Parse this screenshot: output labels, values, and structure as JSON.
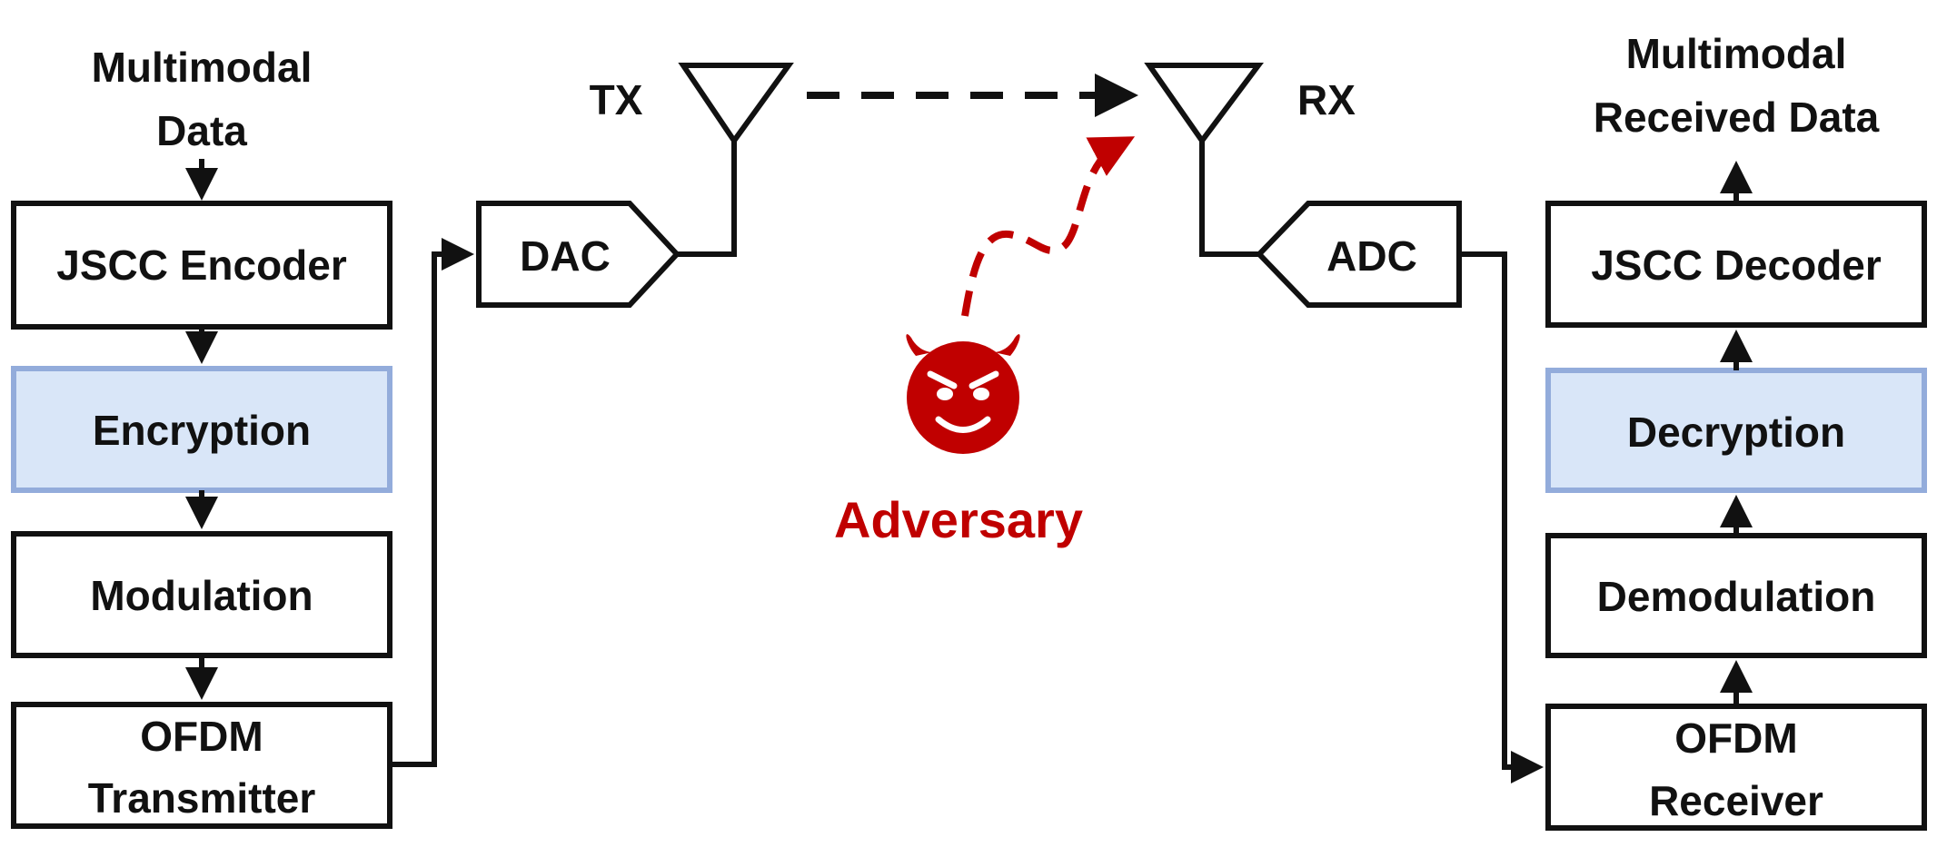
{
  "tx_side": {
    "input_label": [
      "Multimodal",
      "Data"
    ],
    "blocks": {
      "jscc_encoder": "JSCC Encoder",
      "encryption": "Encryption",
      "modulation": "Modulation",
      "ofdm_tx": [
        "OFDM",
        "Transmitter"
      ]
    },
    "dac": "DAC",
    "antenna": "TX"
  },
  "rx_side": {
    "output_label": [
      "Multimodal",
      "Received Data"
    ],
    "blocks": {
      "jscc_decoder": "JSCC Decoder",
      "decryption": "Decryption",
      "demodulation": "Demodulation",
      "ofdm_rx": [
        "OFDM",
        "Receiver"
      ]
    },
    "adc": "ADC",
    "antenna": "RX"
  },
  "adversary": {
    "label": "Adversary",
    "icon": "devil-face-icon",
    "color": "#c00000"
  },
  "colors": {
    "line": "#111111",
    "highlight_fill": "#d9e6f8",
    "highlight_border": "#93acdb",
    "adversary": "#c00000"
  }
}
